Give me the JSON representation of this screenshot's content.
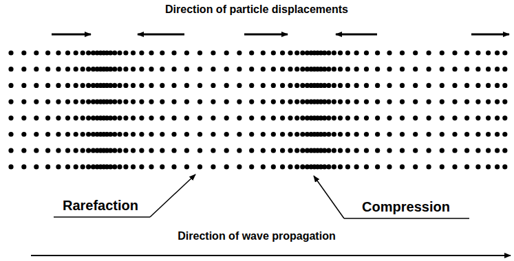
{
  "diagram": {
    "labels": [
      "Direction of particle displacements",
      "Rarefaction",
      "Compression",
      "Direction of wave propagation"
    ]
  }
}
